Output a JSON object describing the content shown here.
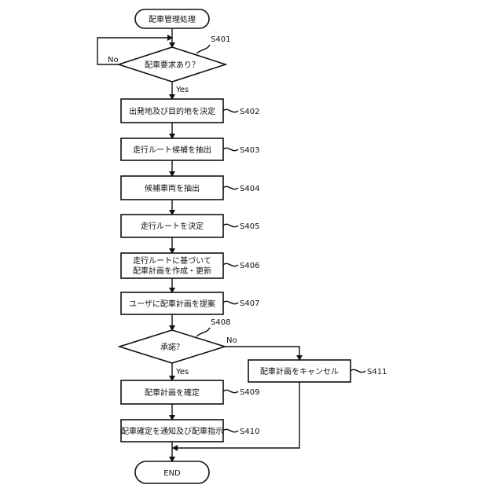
{
  "flowchart": {
    "start": "配車管理処理",
    "decision1": {
      "text": "配車要求あり？",
      "step": "S401",
      "no": "No",
      "yes": "Yes"
    },
    "s402": {
      "text": "出発地及び目的地を決定",
      "step": "S402"
    },
    "s403": {
      "text": "走行ルート候補を抽出",
      "step": "S403"
    },
    "s404": {
      "text": "候補車両を抽出",
      "step": "S404"
    },
    "s405": {
      "text": "走行ルートを決定",
      "step": "S405"
    },
    "s406": {
      "line1": "走行ルートに基づいて",
      "line2": "配車計画を作成・更新",
      "step": "S406"
    },
    "s407": {
      "text": "ユーザに配車計画を提案",
      "step": "S407"
    },
    "decision2": {
      "text": "承諾？",
      "step": "S408",
      "no": "No",
      "yes": "Yes"
    },
    "s409": {
      "text": "配車計画を確定",
      "step": "S409"
    },
    "s410": {
      "text": "配車確定を通知及び配車指示",
      "step": "S410"
    },
    "s411": {
      "text": "配車計画をキャンセル",
      "step": "S411"
    },
    "end": "END"
  }
}
